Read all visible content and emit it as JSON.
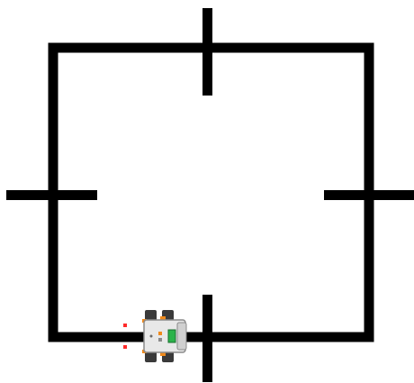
{
  "scene": {
    "background_color": "#ffffff",
    "track_color": "#000000",
    "track_shape": "square loop",
    "crossing_markers": [
      "top",
      "left",
      "right",
      "bottom"
    ]
  },
  "robot": {
    "icon": "robot-icon",
    "body_color": "#e8e8e8",
    "wheel_color": "#3a3a3a",
    "accent_color": "#f08a1c",
    "screen_color": "#2bb34a",
    "heading": "left"
  },
  "sensors": {
    "icon": "sensor-dot-icon",
    "color": "#ff2a2a",
    "count": 2
  }
}
